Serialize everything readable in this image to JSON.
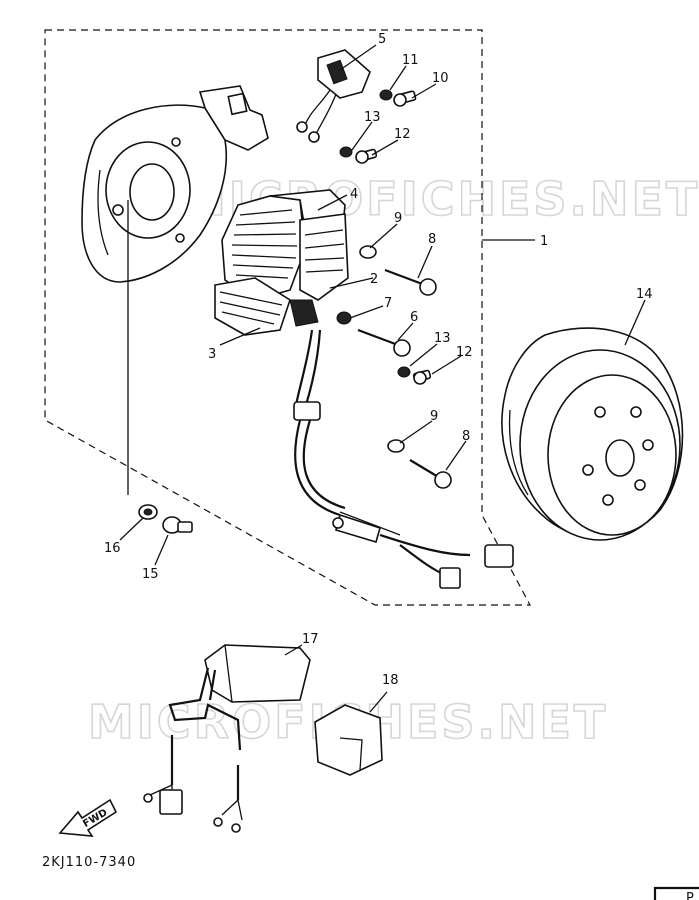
{
  "watermark": {
    "top": "MICROFICHES.NET",
    "bottom": "MICROFICHES.NET"
  },
  "diagram_code": "2KJ110-7340",
  "fwd_label": "FWD",
  "callouts": [
    {
      "id": "c5",
      "text": "5"
    },
    {
      "id": "c11",
      "text": "11"
    },
    {
      "id": "c10",
      "text": "10"
    },
    {
      "id": "c13a",
      "text": "13"
    },
    {
      "id": "c12a",
      "text": "12"
    },
    {
      "id": "c4",
      "text": "4"
    },
    {
      "id": "c9a",
      "text": "9"
    },
    {
      "id": "c8a",
      "text": "8"
    },
    {
      "id": "c1",
      "text": "1"
    },
    {
      "id": "c2",
      "text": "2"
    },
    {
      "id": "c7",
      "text": "7"
    },
    {
      "id": "c6",
      "text": "6"
    },
    {
      "id": "c3",
      "text": "3"
    },
    {
      "id": "c13b",
      "text": "13"
    },
    {
      "id": "c12b",
      "text": "12"
    },
    {
      "id": "c14",
      "text": "14"
    },
    {
      "id": "c9b",
      "text": "9"
    },
    {
      "id": "c8b",
      "text": "8"
    },
    {
      "id": "c16",
      "text": "16"
    },
    {
      "id": "c15",
      "text": "15"
    },
    {
      "id": "c17",
      "text": "17"
    },
    {
      "id": "c18",
      "text": "18"
    }
  ],
  "corner_mark": "P"
}
